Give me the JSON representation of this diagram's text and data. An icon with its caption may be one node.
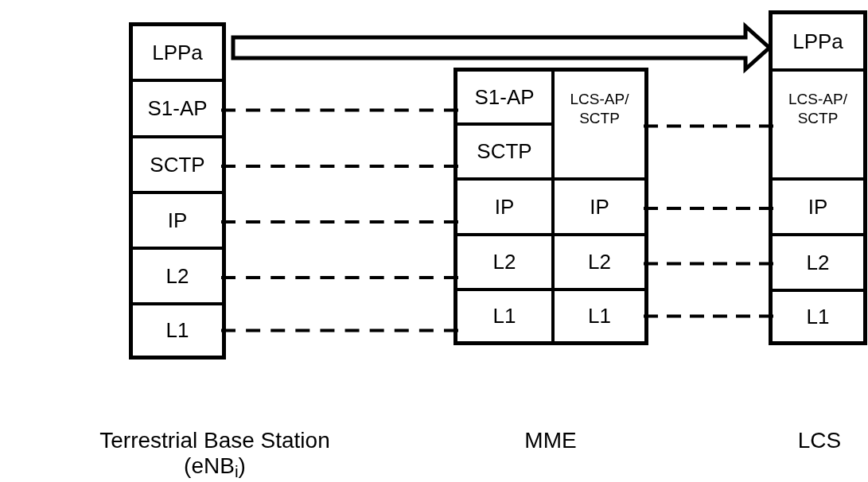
{
  "diagram": {
    "nodes": [
      {
        "text": [],
        "shape": "box"
      },
      {
        "text": [
          "LPPa"
        ],
        "in": 0
      },
      {
        "text": [
          "S1-AP"
        ],
        "in": 0
      },
      {
        "text": [
          "SCTP"
        ],
        "in": 0
      },
      {
        "text": [
          "IP"
        ],
        "in": 0
      },
      {
        "text": [
          "L2"
        ],
        "in": 0
      },
      {
        "text": [
          "L1"
        ],
        "in": 0
      },
      {
        "text": [],
        "shape": "box"
      },
      {
        "text": [
          "S1-AP"
        ],
        "in": 7
      },
      {
        "text": [
          "SCTP"
        ],
        "in": 7
      },
      {
        "text": [
          "LCS-AP/ SCTP"
        ],
        "in": 7
      },
      {
        "text": [
          "IP"
        ],
        "in": 7
      },
      {
        "text": [
          "IP"
        ],
        "in": 7
      },
      {
        "text": [
          "L2"
        ],
        "in": 7
      },
      {
        "text": [
          "L2"
        ],
        "in": 7
      },
      {
        "text": [
          "L1"
        ],
        "in": 7
      },
      {
        "text": [
          "L1"
        ],
        "in": 7
      },
      {
        "text": [],
        "shape": "box"
      },
      {
        "text": [
          "LPPa"
        ],
        "in": 17
      },
      {
        "text": [
          "LCS-AP/ SCTP"
        ],
        "in": 17
      },
      {
        "text": [
          "IP"
        ],
        "in": 17
      },
      {
        "text": [
          "L2"
        ],
        "in": 17
      },
      {
        "text": [
          "L1"
        ],
        "in": 17
      }
    ],
    "edges": [
      {
        "from": 1,
        "to": 18,
        "arrow": "to",
        "style": "thick"
      },
      {
        "from": 2,
        "to": 8,
        "arrow": "none",
        "style": "dashed"
      },
      {
        "from": 3,
        "to": 9,
        "arrow": "none",
        "style": "dashed"
      },
      {
        "from": 4,
        "to": 11,
        "arrow": "none",
        "style": "dashed"
      },
      {
        "from": 5,
        "to": 13,
        "arrow": "none",
        "style": "dashed"
      },
      {
        "from": 6,
        "to": 15,
        "arrow": "none",
        "style": "dashed"
      },
      {
        "from": 10,
        "to": 19,
        "arrow": "none",
        "style": "dashed"
      },
      {
        "from": 12,
        "to": 20,
        "arrow": "none",
        "style": "dashed"
      },
      {
        "from": 14,
        "to": 21,
        "arrow": "none",
        "style": "dashed"
      },
      {
        "from": 16,
        "to": 22,
        "arrow": "none",
        "style": "dashed"
      }
    ],
    "labels": [
      "Terrestrial Base Station (eNB$_{i}$)",
      "MME",
      "LCS"
    ]
  }
}
